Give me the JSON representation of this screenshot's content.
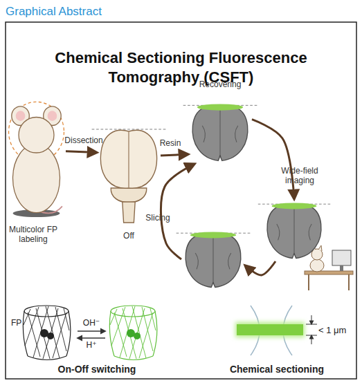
{
  "diagram": {
    "title": "Chemical Sectioning Fluorescence Tomography (CSFT)",
    "nodes": [
      {
        "text": [
          "Multicolor FP labeling"
        ]
      },
      {
        "text": [
          "Off"
        ]
      },
      {
        "text": [
          "Recovering"
        ]
      },
      {
        "text": [
          "Wide-field imaging"
        ]
      },
      {
        "text": [
          "Slicing"
        ]
      }
    ],
    "edges": [
      {
        "from": 0,
        "to": 1,
        "label": "Dissection",
        "arrow": "to"
      },
      {
        "from": 1,
        "to": 2,
        "label": "Resin",
        "arrow": "to"
      },
      {
        "from": 2,
        "to": 3,
        "arrow": "to"
      },
      {
        "from": 3,
        "to": 4,
        "arrow": "to"
      },
      {
        "from": 4,
        "to": 2,
        "arrow": "to"
      }
    ],
    "labels": [
      "Graphical Abstract",
      "FP",
      "OH⁻",
      "H⁺",
      "On-Off switching",
      "Chemical sectioning",
      "< 1 μm"
    ]
  }
}
